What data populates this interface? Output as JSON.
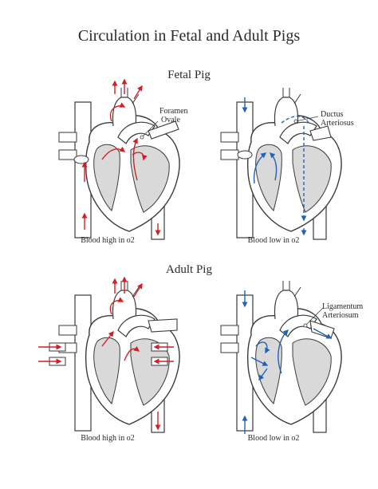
{
  "title": "Circulation in Fetal and Adult Pigs",
  "sections": {
    "fetal": "Fetal Pig",
    "adult": "Adult Pig"
  },
  "captions": {
    "fetal_high": "Blood high in o2",
    "fetal_low": "Blood low in o2",
    "adult_high": "Blood high in o2",
    "adult_low": "Blood low in o2"
  },
  "annotations": {
    "foramen_line1": "Foramen",
    "foramen_line2": "Ovale",
    "ductus_line1": "Ductus",
    "ductus_line2": "Arteriosus",
    "ligamentum_line1": "Ligamentum",
    "ligamentum_line2": "Arteriosum"
  },
  "colors": {
    "outline": "#3a3a3a",
    "chamber": "#d9d9d9",
    "oxygen_high": "#d11f26",
    "oxygen_low": "#1f63b5"
  }
}
